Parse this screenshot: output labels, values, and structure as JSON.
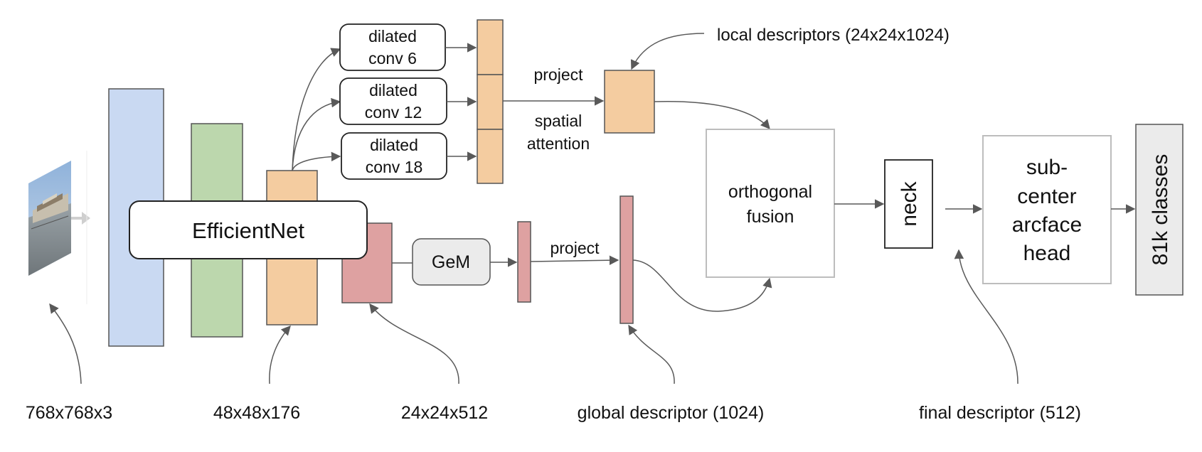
{
  "colors": {
    "blue": "#c9d9f2",
    "green": "#bcd7ad",
    "orange": "#f4cca0",
    "red": "#dea1a1",
    "gray_fill": "#ebebeb",
    "stroke": "#555555",
    "light_stroke": "#bdbdbd",
    "arrow": "#595959"
  },
  "input_image": {
    "icon": "photo-thumbnail-icon"
  },
  "backbone": {
    "label": "EfficientNet"
  },
  "dilated": [
    {
      "line1": "dilated",
      "line2": "conv 6"
    },
    {
      "line1": "dilated",
      "line2": "conv 12"
    },
    {
      "line1": "dilated",
      "line2": "conv 18"
    }
  ],
  "local_branch": {
    "project_label": "project",
    "attention_line1": "spatial",
    "attention_line2": "attention",
    "local_descriptors_label": "local descriptors (24x24x1024)"
  },
  "global_branch": {
    "gem_label": "GeM",
    "project_label": "project"
  },
  "fusion": {
    "line1": "orthogonal",
    "line2": "fusion"
  },
  "neck": {
    "label": "neck"
  },
  "head": {
    "lines": [
      "sub-",
      "center",
      "arcface",
      "head"
    ]
  },
  "classes": {
    "label": "81k classes"
  },
  "bottom_labels": {
    "input": "768x768x3",
    "mid_feature": "48x48x176",
    "final_feature": "24x24x512",
    "global_descriptor": "global descriptor (1024)",
    "final_descriptor": "final descriptor (512)"
  }
}
